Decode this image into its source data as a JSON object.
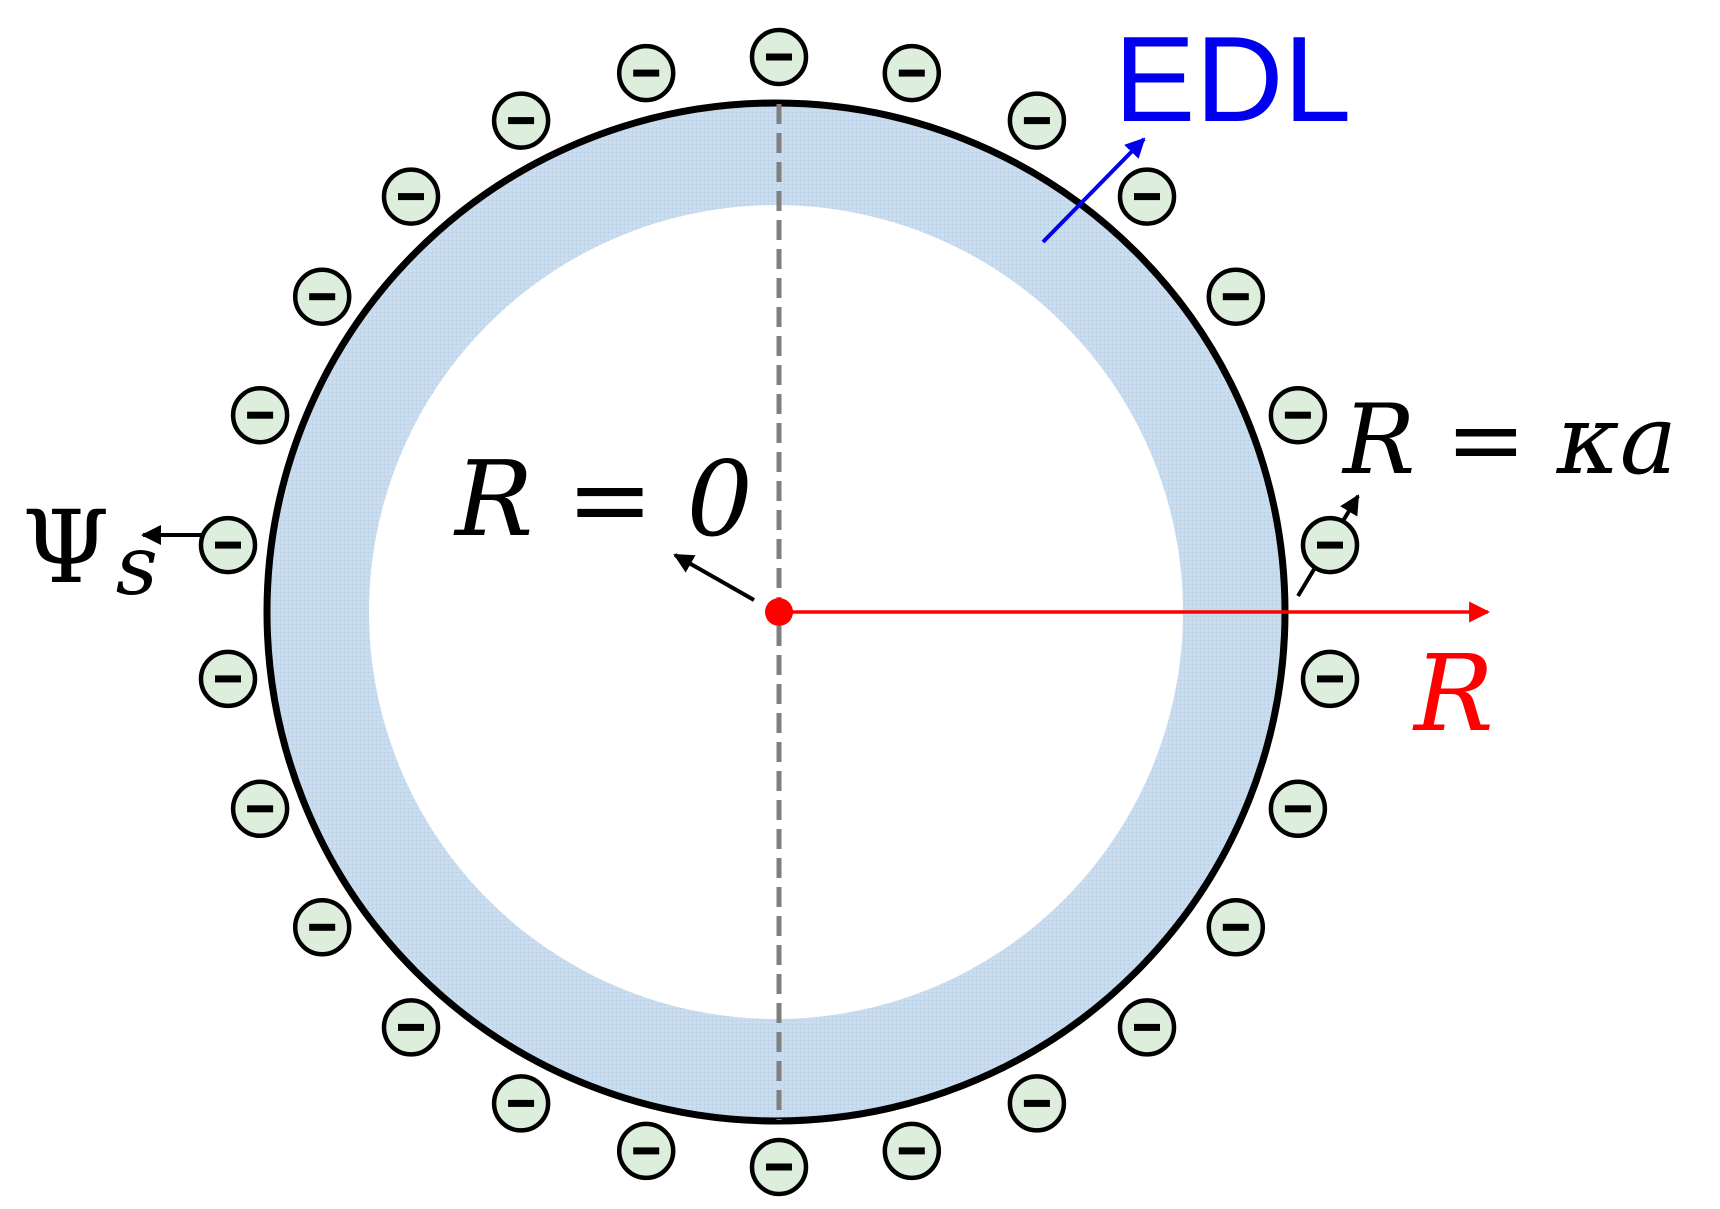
{
  "labels": {
    "edl": "EDL",
    "psi_symbol": "Ψ",
    "psi_subscript": "s",
    "r_zero": "R = 0",
    "r_kappa": "R = κa",
    "r_axis": "R"
  },
  "charge_symbol": "minus-sign",
  "colors": {
    "edl_label": "#0000ee",
    "edl_band": "#c7dbef",
    "outline": "#000000",
    "axis": "#ff0000",
    "centerline": "#7f7f7f",
    "charge_fill": "#ddeedd"
  },
  "charge_count": 26
}
